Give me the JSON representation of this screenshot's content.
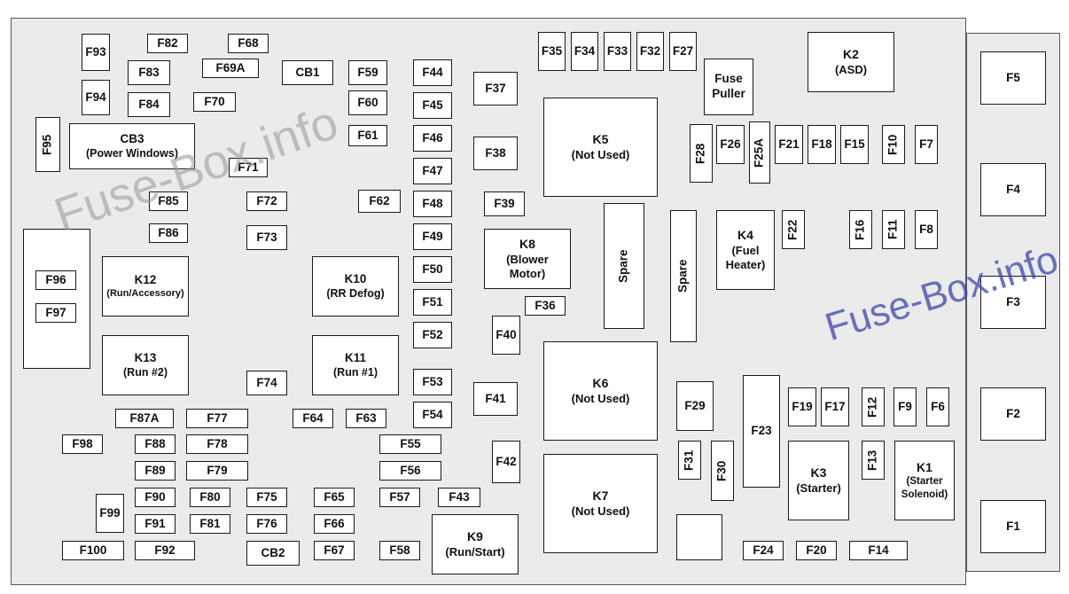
{
  "watermark": {
    "main": "Fuse-Box.info",
    "secondary": "Fuse-Box.info"
  },
  "colors": {
    "box_fill": "#ffffff",
    "panel_fill": "#ebebeb",
    "border": "#1a1a1a",
    "watermark_gray": "#969696",
    "watermark_blue": "#3c46aa"
  },
  "fuses": {
    "F1": "F1",
    "F2": "F2",
    "F3": "F3",
    "F4": "F4",
    "F5": "F5",
    "F6": "F6",
    "F7": "F7",
    "F8": "F8",
    "F9": "F9",
    "F10": "F10",
    "F11": "F11",
    "F12": "F12",
    "F13": "F13",
    "F14": "F14",
    "F15": "F15",
    "F16": "F16",
    "F17": "F17",
    "F18": "F18",
    "F19": "F19",
    "F20": "F20",
    "F21": "F21",
    "F22": "F22",
    "F23": "F23",
    "F24": "F24",
    "F25A": "F25A",
    "F26": "F26",
    "F27": "F27",
    "F28": "F28",
    "F29": "F29",
    "F30": "F30",
    "F31": "F31",
    "F32": "F32",
    "F33": "F33",
    "F34": "F34",
    "F35": "F35",
    "F36": "F36",
    "F37": "F37",
    "F38": "F38",
    "F39": "F39",
    "F40": "F40",
    "F41": "F41",
    "F42": "F42",
    "F43": "F43",
    "F44": "F44",
    "F45": "F45",
    "F46": "F46",
    "F47": "F47",
    "F48": "F48",
    "F49": "F49",
    "F50": "F50",
    "F51": "F51",
    "F52": "F52",
    "F53": "F53",
    "F54": "F54",
    "F55": "F55",
    "F56": "F56",
    "F57": "F57",
    "F58": "F58",
    "F59": "F59",
    "F60": "F60",
    "F61": "F61",
    "F62": "F62",
    "F63": "F63",
    "F64": "F64",
    "F65": "F65",
    "F66": "F66",
    "F67": "F67",
    "F68": "F68",
    "F69A": "F69A",
    "F70": "F70",
    "F71": "F71",
    "F72": "F72",
    "F73": "F73",
    "F74": "F74",
    "F75": "F75",
    "F76": "F76",
    "F77": "F77",
    "F78": "F78",
    "F79": "F79",
    "F80": "F80",
    "F81": "F81",
    "F82": "F82",
    "F83": "F83",
    "F84": "F84",
    "F85": "F85",
    "F86": "F86",
    "F87A": "F87A",
    "F88": "F88",
    "F89": "F89",
    "F90": "F90",
    "F91": "F91",
    "F92": "F92",
    "F93": "F93",
    "F94": "F94",
    "F95": "F95",
    "F96": "F96",
    "F97": "F97",
    "F98": "F98",
    "F99": "F99",
    "F100": "F100"
  },
  "breakers": {
    "CB1": "CB1",
    "CB2": "CB2",
    "CB3": {
      "label": "CB3",
      "desc": "(Power Windows)"
    }
  },
  "relays": {
    "K1": {
      "label": "K1",
      "desc_1": "(Starter",
      "desc_2": "Solenoid)"
    },
    "K2": {
      "label": "K2",
      "desc": "(ASD)"
    },
    "K3": {
      "label": "K3",
      "desc": "(Starter)"
    },
    "K4": {
      "label": "K4",
      "desc_1": "(Fuel",
      "desc_2": "Heater)"
    },
    "K5": {
      "label": "K5",
      "desc": "(Not Used)"
    },
    "K6": {
      "label": "K6",
      "desc": "(Not Used)"
    },
    "K7": {
      "label": "K7",
      "desc": "(Not Used)"
    },
    "K8": {
      "label": "K8",
      "desc_1": "(Blower",
      "desc_2": "Motor)"
    },
    "K9": {
      "label": "K9",
      "desc": "(Run/Start)"
    },
    "K10": {
      "label": "K10",
      "desc": "(RR Defog)"
    },
    "K11": {
      "label": "K11",
      "desc": "(Run #1)"
    },
    "K12": {
      "label": "K12",
      "desc": "(Run/Accessory)"
    },
    "K13": {
      "label": "K13",
      "desc": "(Run #2)"
    }
  },
  "other": {
    "fuse_puller_1": "Fuse",
    "fuse_puller_2": "Puller",
    "spare": "Spare"
  }
}
